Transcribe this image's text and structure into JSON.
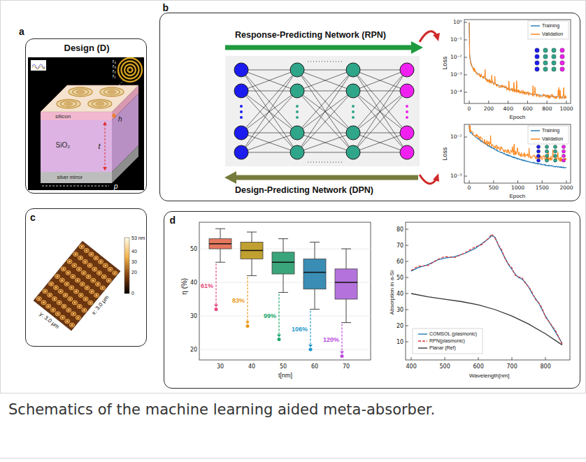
{
  "diagram": {
    "caption": "Schematics of the machine learning aided meta-absorber.",
    "nodes": [
      {
        "text": [
          "a",
          "Design (D)"
        ]
      },
      {
        "text": [
          "b"
        ]
      },
      {
        "text": [
          "c"
        ]
      },
      {
        "text": [
          "d"
        ]
      }
    ],
    "labels": [
      "r₄",
      "r₃",
      "r₂",
      "r₁",
      "silicon",
      "SiO₂",
      "silver mirror",
      "h",
      "t",
      "p",
      "Response-Predicting Network (RPN)",
      "Design-Predicting Network (DPN)",
      "Loss",
      "10⁰",
      "10⁻¹",
      "10⁻²",
      "10⁻³",
      "10⁻⁴",
      "0",
      "200",
      "400",
      "600",
      "800",
      "1000",
      "Epoch",
      "Loss",
      "10⁻²",
      "10⁻³",
      "0",
      "500",
      "1000",
      "1500",
      "2000",
      "Epoch",
      "53 nm",
      "40",
      "30",
      "20",
      "0",
      "y: 3.0 μm",
      "x: 3.0 μm",
      "η (%)",
      "50",
      "40",
      "30",
      "20",
      "30",
      "40",
      "50",
      "60",
      "70",
      "t[nm]",
      "61%",
      "83%",
      "99%",
      "106%",
      "120%",
      "80",
      "70",
      "60",
      "50",
      "40",
      "30",
      "20",
      "10",
      "400",
      "500",
      "600",
      "700",
      "800",
      "Absorption in a-Si",
      "Wavelength[nm]"
    ],
    "legend": [
      {
        "text": "Training"
      },
      {
        "text": "Validation"
      },
      {
        "text": "Training"
      },
      {
        "text": "Validation"
      },
      {
        "text": "COMSOL (plasmonic)"
      },
      {
        "text": "RPN(plasmonic)"
      },
      {
        "text": "Planar (Ref)"
      }
    ]
  }
}
